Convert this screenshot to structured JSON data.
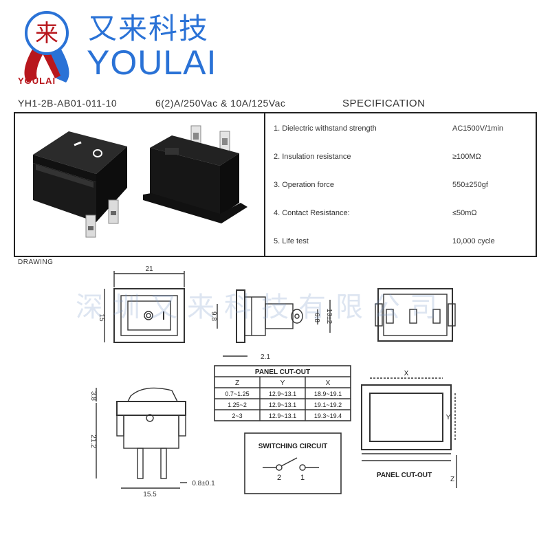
{
  "brand": {
    "logo_char": "来",
    "name_cn": "又来科技",
    "name_en": "YOULAI",
    "logo_text": "YOULAI",
    "colors": {
      "blue": "#2a72d6",
      "red": "#b8171d"
    }
  },
  "header": {
    "model": "YH1-2B-AB01-011-10",
    "rating": "6(2)A/250Vac & 10A/125Vac",
    "title": "SPECIFICATION"
  },
  "specs": [
    {
      "label": "1. Dielectric withstand strength",
      "value": "AC1500V/1min"
    },
    {
      "label": "2. Insulation resistance",
      "value": "≥100MΩ"
    },
    {
      "label": "3. Operation force",
      "value": "550±250gf"
    },
    {
      "label": "4. Contact Resistance:",
      "value": "≤50mΩ"
    },
    {
      "label": "5. Life test",
      "value": "10,000 cycle"
    }
  ],
  "drawing": {
    "label": "DRAWING",
    "watermark": "深圳又来科技有限公司",
    "dims": {
      "width_21": "21",
      "height_15": "15",
      "front_9_8": "9.8",
      "side_6_8": "6.8",
      "side_13": "13±2",
      "d_2_1": "2.1",
      "d_3_8": "3.8",
      "d_21_2": "21.2",
      "d_15_5": "15.5",
      "d_0_8": "0.8±0.1"
    },
    "panel_table": {
      "title": "PANEL CUT-OUT",
      "headers": [
        "Z",
        "Y",
        "X"
      ],
      "rows": [
        [
          "0.7~1.25",
          "12.9~13.1",
          "18.9~19.1"
        ],
        [
          "1.25~2",
          "12.9~13.1",
          "19.1~19.2"
        ],
        [
          "2~3",
          "12.9~13.1",
          "19.3~19.4"
        ]
      ]
    },
    "switching": {
      "title": "SWITCHING CIRCUIT",
      "pins": [
        "2",
        "1"
      ]
    },
    "cutout": {
      "label": "PANEL CUT-OUT",
      "x": "X",
      "y": "Y",
      "z": "Z"
    }
  }
}
